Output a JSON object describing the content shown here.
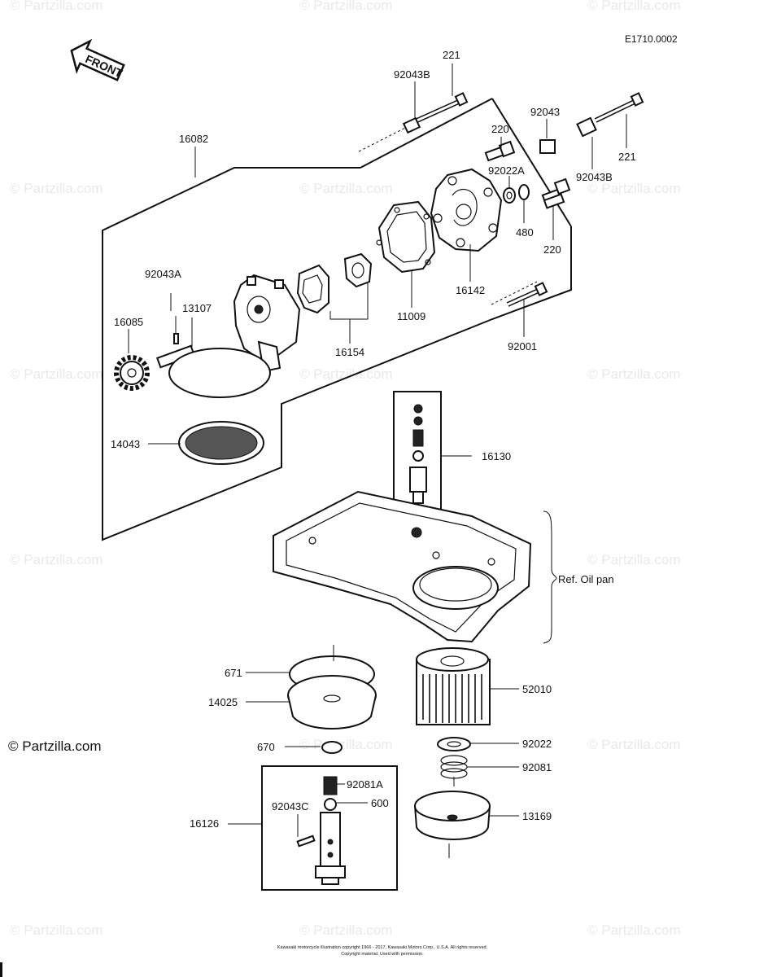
{
  "diagram_code": "E1710.0002",
  "front_label": "FRONT",
  "copyright_mark": "© Partzilla.com",
  "watermark": "© Partzilla.com",
  "ref_label": "Ref. Oil pan",
  "footer_line1": "Kawasaki motorcycle illustration copyright 1966 - 2017, Kawasaki Motors Corp., U.S.A. All rights reserved.",
  "footer_line2": "Copyright material. Used with permission.",
  "labels": {
    "p221_top": "221",
    "p92043B_top": "92043B",
    "p92043": "92043",
    "p220_top": "220",
    "p92022A": "92022A",
    "p221_right": "221",
    "p92043B_right": "92043B",
    "p480": "480",
    "p220_right": "220",
    "p16082": "16082",
    "p16142": "16142",
    "p11009": "11009",
    "p92001": "92001",
    "p92043A": "92043A",
    "p13107": "13107",
    "p16085": "16085",
    "p16154": "16154",
    "p14043": "14043",
    "p16130": "16130",
    "p671": "671",
    "p14025": "14025",
    "p52010": "52010",
    "p670": "670",
    "p92022": "92022",
    "p92081": "92081",
    "p92081A": "92081A",
    "p600": "600",
    "p92043C": "92043C",
    "p16126": "16126",
    "p13169": "13169"
  }
}
